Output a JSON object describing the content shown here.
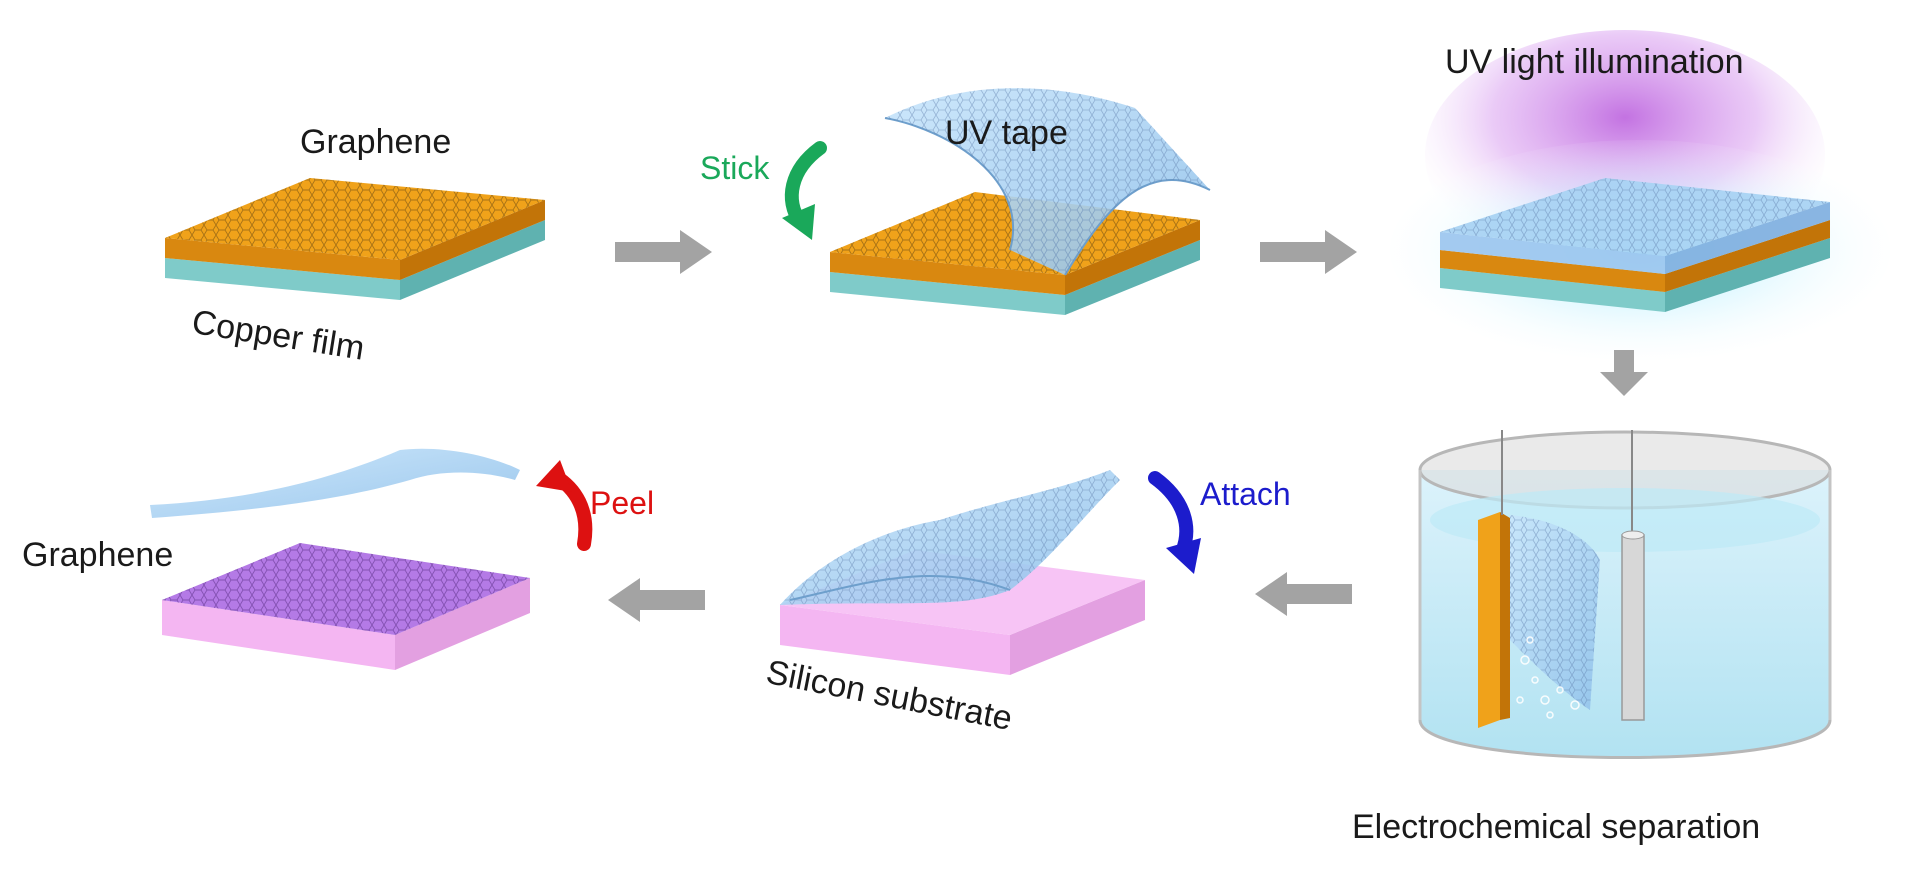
{
  "labels": {
    "graphene_top": "Graphene",
    "copper_film": "Copper film",
    "stick": "Stick",
    "uv_tape": "UV tape",
    "uv_light": "UV light illumination",
    "electrochemical": "Electrochemical separation",
    "attach": "Attach",
    "silicon_substrate": "Silicon substrate",
    "peel": "Peel",
    "graphene_bottom": "Graphene"
  },
  "colors": {
    "copper": "#f0a21a",
    "copper_side": "#d98810",
    "teal_layer": "#8ad7d6",
    "uv_tape": "#a9d3f3",
    "uv_glow": "#b455d8",
    "pink_substrate": "#f4b6f2",
    "purple_graphene": "#b47ae6",
    "arrow_gray": "#a3a3a3",
    "stick_green": "#1aa85a",
    "attach_blue": "#1c1ccc",
    "peel_red": "#dd1111"
  }
}
